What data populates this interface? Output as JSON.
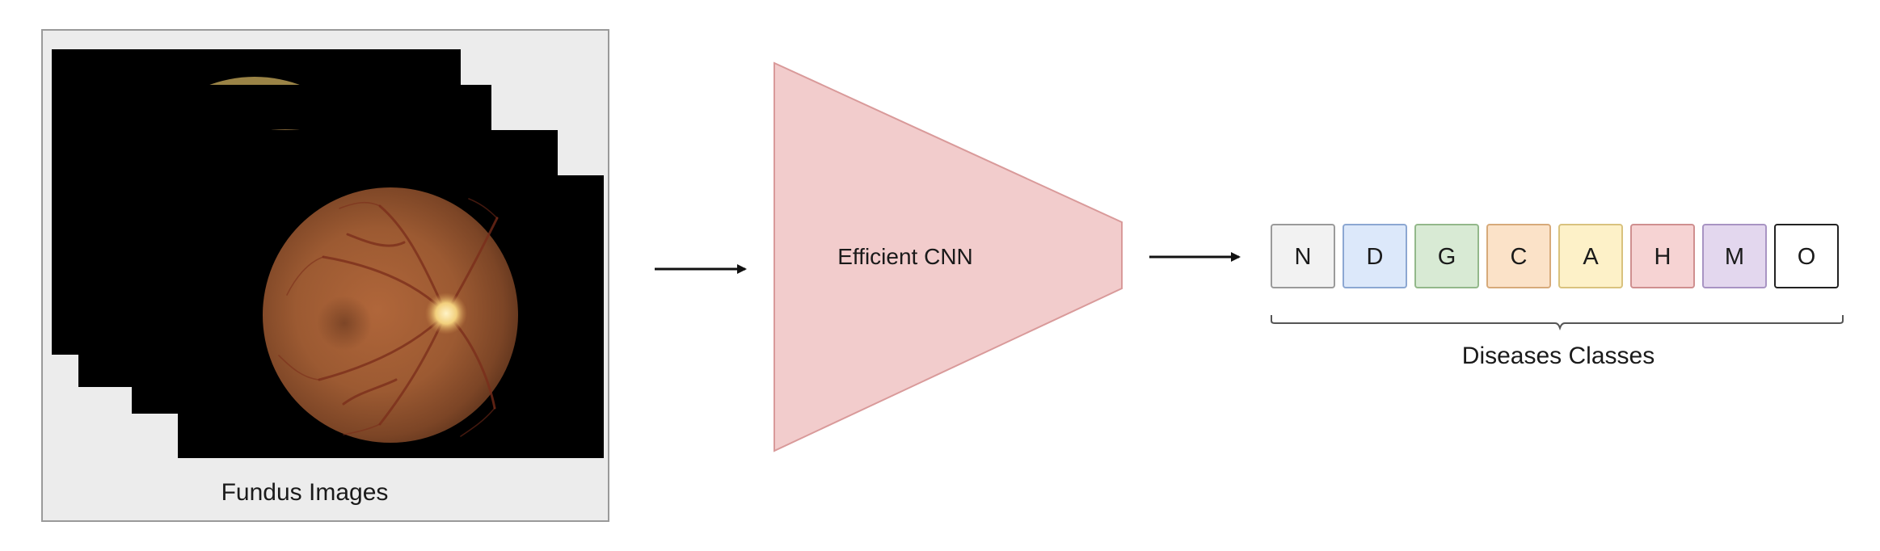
{
  "input_panel": {
    "label": "Fundus Images"
  },
  "model": {
    "label": "Efficient CNN",
    "fill": "#f2cccc",
    "stroke": "#d99a9a"
  },
  "output": {
    "label": "Diseases Classes",
    "classes": [
      {
        "letter": "N",
        "fill": "#f2f2f2",
        "stroke": "#9a9a9a"
      },
      {
        "letter": "D",
        "fill": "#dce8fa",
        "stroke": "#8ca7d2"
      },
      {
        "letter": "G",
        "fill": "#d8ead4",
        "stroke": "#93b88a"
      },
      {
        "letter": "C",
        "fill": "#fbe2c8",
        "stroke": "#d7aa7a"
      },
      {
        "letter": "A",
        "fill": "#fdf1c8",
        "stroke": "#d9c27e"
      },
      {
        "letter": "H",
        "fill": "#f6d3d3",
        "stroke": "#cf8f8f"
      },
      {
        "letter": "M",
        "fill": "#e3d7ee",
        "stroke": "#a894c3"
      },
      {
        "letter": "O",
        "fill": "#ffffff",
        "stroke": "#222222"
      }
    ]
  }
}
